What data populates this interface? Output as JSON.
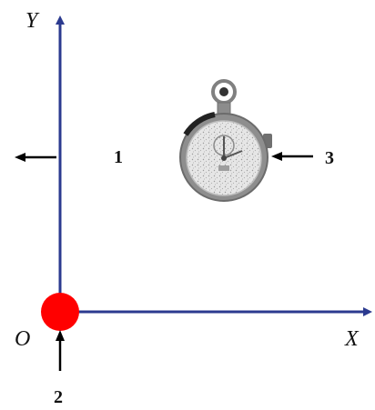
{
  "labels": {
    "y_axis": "Y",
    "x_axis": "X",
    "origin": "O",
    "marker_1": "1",
    "marker_2": "2",
    "marker_3": "3"
  },
  "colors": {
    "axis": "#2b3a8f",
    "origin_dot": "#ff0000",
    "arrow": "#000000",
    "stopwatch_body": "#9a9a9a",
    "stopwatch_face": "#e6e6e6"
  },
  "icons": {
    "timer": "stopwatch-icon",
    "origin": "red-dot"
  }
}
